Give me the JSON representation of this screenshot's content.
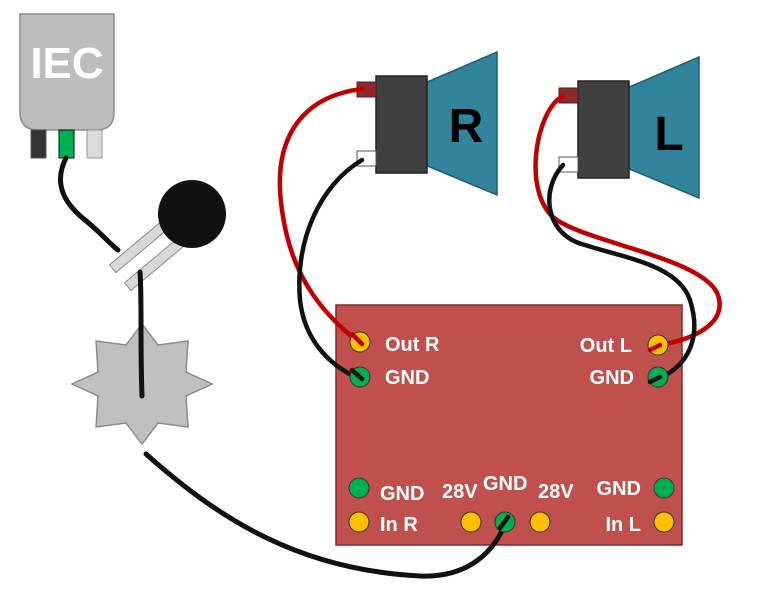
{
  "iec_connector": {
    "label": "IEC"
  },
  "speakers": {
    "right": {
      "label": "R"
    },
    "left": {
      "label": "L"
    }
  },
  "amplifier_board": {
    "out_r_label": "Out R",
    "gnd_r_out_label": "GND",
    "out_l_label": "Out L",
    "gnd_l_out_label": "GND",
    "gnd_in_r_label": "GND",
    "in_r_label": "In R",
    "v28_left_label": "28V",
    "gnd_power_label": "GND",
    "v28_right_label": "28V",
    "gnd_in_l_label": "GND",
    "in_l_label": "In L"
  },
  "colors": {
    "board": "#c0504d",
    "pad_signal": "#ffc000",
    "pad_ground": "#00b050",
    "speaker_cone": "#31849b",
    "wire_red": "#c00000",
    "wire_black": "#111111",
    "star_ground": "#c0c0c0"
  }
}
